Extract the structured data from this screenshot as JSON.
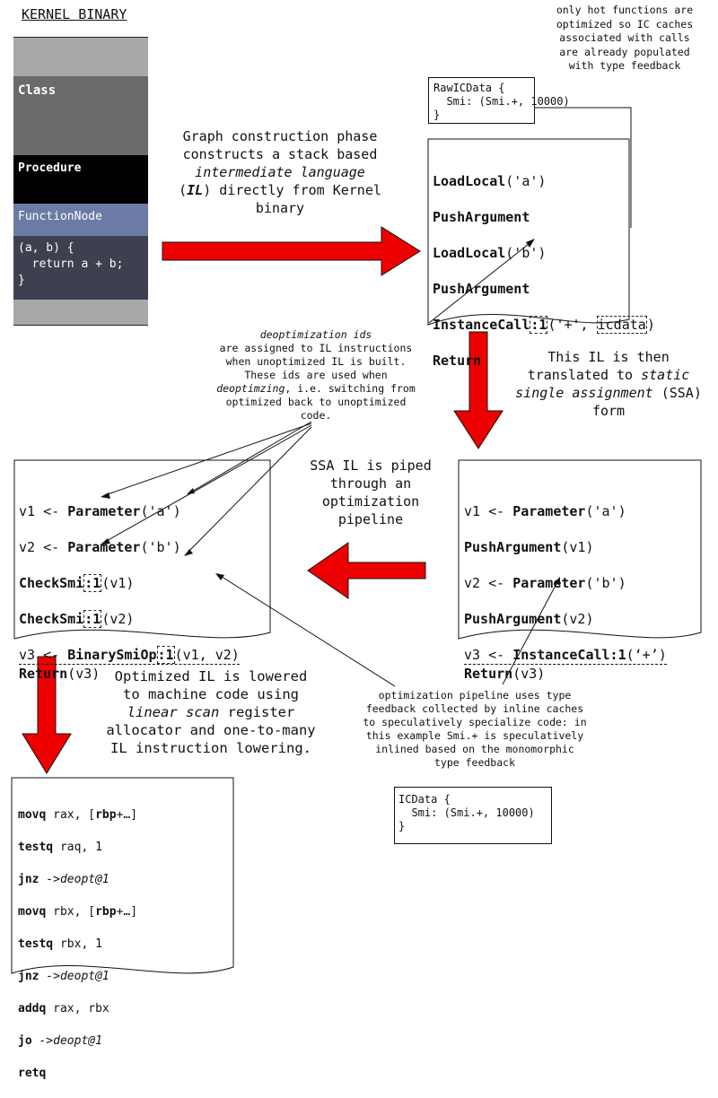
{
  "kernel_binary": {
    "title": "KERNEL BINARY",
    "class_label": "Class",
    "procedure_label": "Procedure",
    "function_node_label": "FunctionNode",
    "code_lines": [
      "(a, b) {",
      "  return a + b;",
      "}"
    ]
  },
  "notes": {
    "hot_functions": [
      "only hot functions are",
      "optimized so IC caches",
      "associated with calls",
      "are already populated",
      "with type feedback"
    ],
    "graph_construction": {
      "line1": "Graph construction phase",
      "line2": "constructs a stack based",
      "line3_italic": "intermediate language",
      "line4_pre": "(",
      "line4_bold": "IL",
      "line4_post": ") directly from Kernel",
      "line5": "binary"
    },
    "deopt_ids": {
      "line1_italic": "deoptimization ids",
      "line2": "are assigned to IL instructions",
      "line3": "when unoptimized IL is built.",
      "line4": "These ids are used when",
      "line5_italic": "deoptimzing",
      "line5_post": ", i.e. switching from",
      "line6": "optimized back to unoptimized",
      "line7": "code."
    },
    "ssa_translation": {
      "line1": "This IL is then",
      "line2_pre": "translated to ",
      "line2_italic": "static",
      "line3_italic": "single assignment",
      "line3_post": " (SSA)",
      "line4": "form"
    },
    "ssa_pipeline": [
      "SSA IL is piped",
      "through an",
      "optimization",
      "pipeline"
    ],
    "lowering": {
      "line1": "Optimized IL is lowered",
      "line2": "to machine code using",
      "line3_italic": "linear scan",
      "line3_post": " register",
      "line4": "allocator and one-to-many",
      "line5": "IL instruction lowering."
    },
    "optimization_feedback": [
      "optimization pipeline uses type",
      "feedback collected by inline caches",
      "to speculatively specialize code: in",
      "this example Smi.+ is speculatively",
      "inlined  based on the monomorphic",
      "type feedback"
    ]
  },
  "raw_icdata": {
    "line1": "RawICData {",
    "line2": "  Smi: (Smi.+, 10000)",
    "line3": "}"
  },
  "icdata": {
    "line1": "ICData {",
    "line2": "  Smi: (Smi.+, 10000)",
    "line3": "}"
  },
  "unopt_il": {
    "load_local": "LoadLocal",
    "a_arg": "('a')",
    "push_argument": "PushArgument",
    "b_arg": "('b')",
    "instance_call": "InstanceCall",
    "deopt_id": ":1",
    "args_pre": "('+', ",
    "icdata": "icdata",
    "args_post": ")",
    "return": "Return"
  },
  "ssa_il": {
    "v1": "v1 <- ",
    "parameter": "Parameter",
    "a_arg": "('a')",
    "push_argument": "PushArgument",
    "v1_arg": "(v1)",
    "v2": "v2 <- ",
    "b_arg": "('b')",
    "v2_arg": "(v2)",
    "v3": "v3 <- ",
    "instance_call": "InstanceCall:1",
    "plus_arg": "(‘+’)",
    "return": "Return",
    "v3_arg": "(v3)"
  },
  "opt_il": {
    "v1": "v1 <- ",
    "parameter": "Parameter",
    "a_arg": "('a')",
    "v2": "v2 <- ",
    "b_arg": "('b')",
    "check_smi": "CheckSmi",
    "deopt_id": ":1",
    "v1_arg": "(v1)",
    "v2_arg": "(v2)",
    "v3": "v3 <- ",
    "binary_smi_op": "BinarySmiOp",
    "bin_args": "(v1, v2)",
    "return": "Return",
    "v3_arg": "(v3)"
  },
  "machine_code": {
    "l1_op": "movq",
    "l1_pre": " rax, [",
    "l1_reg": "rbp",
    "l1_post": "+…]",
    "l2_op": "testq",
    "l2_rest": " raq, 1",
    "l3_op": "jnz",
    "l3_rest": " ->deopt@1",
    "l4_op": "movq",
    "l4_pre": " rbx, [",
    "l4_reg": "rbp",
    "l4_post": "+…]",
    "l5_op": "testq",
    "l5_rest": " rbx, 1",
    "l6_op": "jnz",
    "l6_rest": " ->deopt@1",
    "l7_op": "addq",
    "l7_rest": " rax, rbx",
    "l8_op": "jo",
    "l8_rest": " ->deopt@1",
    "l9_op": "retq"
  },
  "colors": {
    "arrow": "#ee0000",
    "kernel_gray_light": "#a8a8a8",
    "kernel_gray_dark": "#6a6a6a",
    "kernel_black": "#000000",
    "kernel_blue": "#6a7ba5",
    "kernel_slate": "#3e3f4f"
  }
}
